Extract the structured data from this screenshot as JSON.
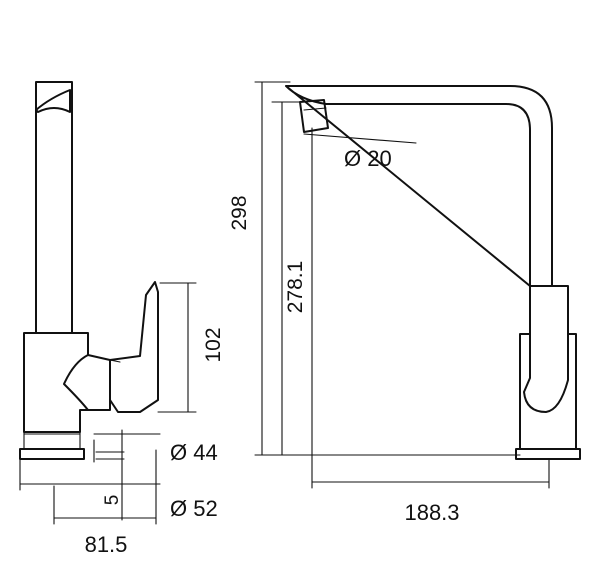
{
  "dimensions": {
    "total_height": "298",
    "spout_height": "278.1",
    "handle_height": "102",
    "outlet_diameter": "Ø 20",
    "base_diameter_inner": "Ø 44",
    "base_diameter_outer": "Ø 52",
    "base_thickness": "5",
    "side_depth": "81.5",
    "spout_reach": "188.3"
  }
}
